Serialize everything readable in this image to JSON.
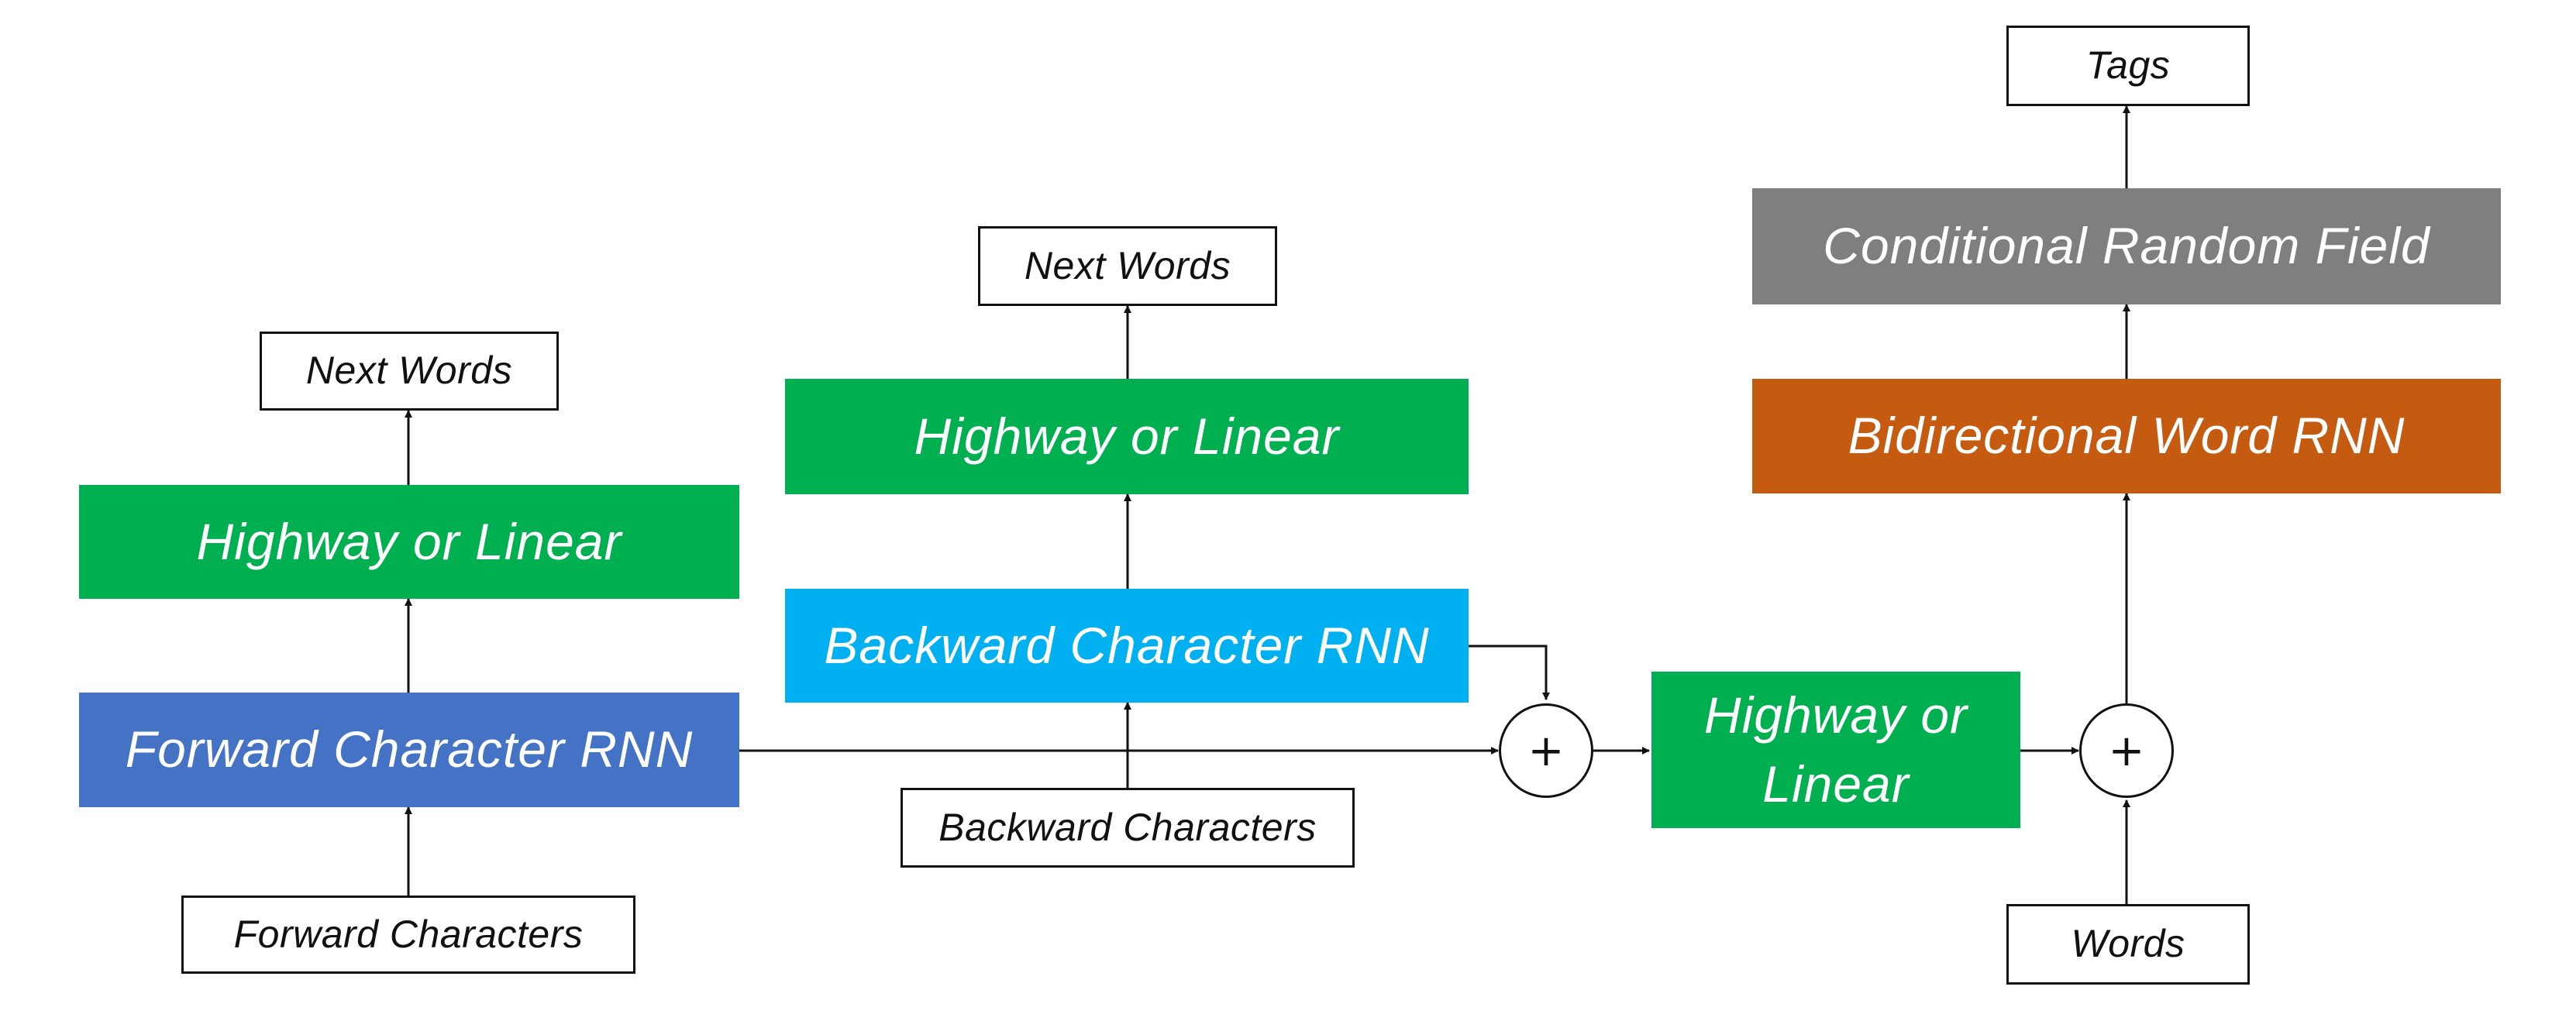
{
  "left_column": {
    "next_words": "Next Words",
    "highway": "Highway or Linear",
    "forward_rnn": "Forward Character RNN",
    "forward_characters": "Forward Characters"
  },
  "middle_column": {
    "next_words": "Next Words",
    "highway": "Highway or Linear",
    "backward_rnn": "Backward Character RNN",
    "backward_characters": "Backward Characters"
  },
  "combine": {
    "sum_symbol": "+",
    "highway_line1": "Highway or",
    "highway_line2": "Linear"
  },
  "right_column": {
    "tags": "Tags",
    "crf": "Conditional Random Field",
    "word_rnn": "Bidirectional Word RNN",
    "sum_symbol": "+",
    "words": "Words"
  },
  "colors": {
    "highway": "#00b050",
    "forward_rnn": "#4472c4",
    "backward_rnn": "#00b0f0",
    "word_rnn": "#c55a11",
    "crf": "#7f7f7f",
    "stroke": "#111111"
  }
}
